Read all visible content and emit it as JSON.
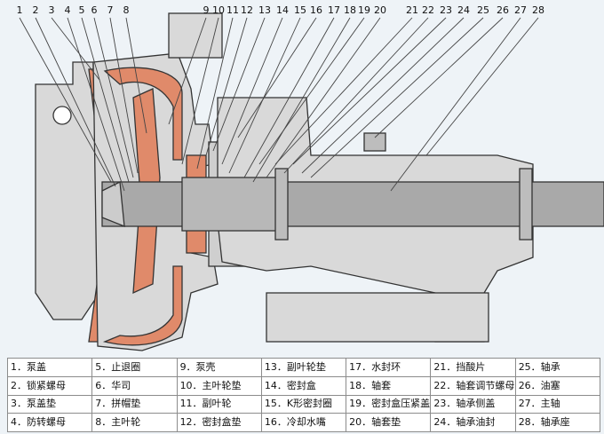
{
  "callout_numbers": [
    "1",
    "2",
    "3",
    "4",
    "5",
    "6",
    "7",
    "8",
    "9",
    "10",
    "11",
    "12",
    "13",
    "14",
    "15",
    "16",
    "17",
    "18",
    "19",
    "20",
    "21",
    "22",
    "23",
    "24",
    "25",
    "26",
    "27",
    "28"
  ],
  "legend": [
    [
      "1．泵盖",
      "5．止退圈",
      "9．泵壳",
      "13．副叶轮垫",
      "17．水封环",
      "21．挡酸片",
      "25．轴承"
    ],
    [
      "2．锁紧螺母",
      "6．华司",
      "10．主叶轮垫",
      "14．密封盒",
      "18．轴套",
      "22．轴套调节螺母",
      "26．油塞"
    ],
    [
      "3．泵盖垫",
      "7．拼帽垫",
      "11．副叶轮",
      "15．K形密封圈",
      "19．密封盒压紧盖",
      "23．轴承侧盖",
      "27．主轴"
    ],
    [
      "4．防转螺母",
      "8．主叶轮",
      "12．密封盒垫",
      "16．冷却水嘴",
      "20．轴套垫",
      "24．轴承油封",
      "28．轴承座"
    ]
  ],
  "colors": {
    "casing": "#d9d9d9",
    "lining": "#e08a6a",
    "outline": "#333333",
    "shaft": "#a9a9a9",
    "background": "#eef3f7"
  }
}
